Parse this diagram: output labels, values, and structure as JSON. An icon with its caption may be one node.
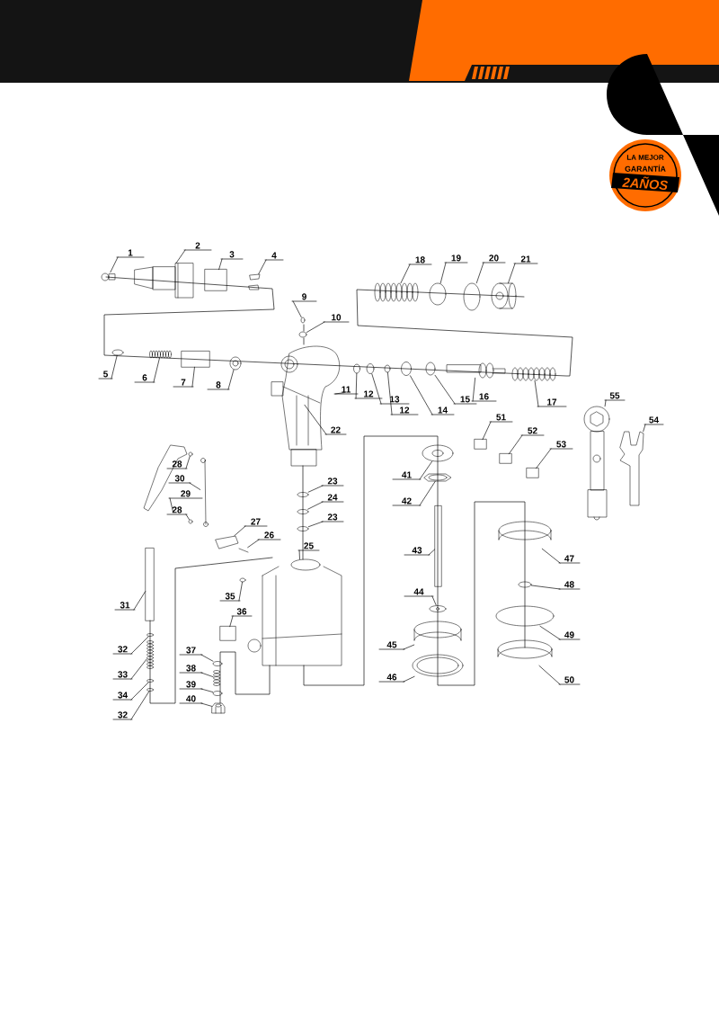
{
  "diagram": {
    "nodes": [
      {
        "text": [
          "1"
        ]
      },
      {
        "text": [
          "2"
        ]
      },
      {
        "text": [
          "3"
        ]
      },
      {
        "text": [
          "4"
        ]
      },
      {
        "text": [
          "18"
        ]
      },
      {
        "text": [
          "19"
        ]
      },
      {
        "text": [
          "20"
        ]
      },
      {
        "text": [
          "21"
        ]
      },
      {
        "text": [
          "9"
        ]
      },
      {
        "text": [
          "10"
        ]
      },
      {
        "text": [
          "5"
        ]
      },
      {
        "text": [
          "6"
        ]
      },
      {
        "text": [
          "7"
        ]
      },
      {
        "text": [
          "8"
        ]
      },
      {
        "text": [
          "11"
        ]
      },
      {
        "text": [
          "12"
        ]
      },
      {
        "text": [
          "13"
        ]
      },
      {
        "text": [
          "12"
        ]
      },
      {
        "text": [
          "14"
        ]
      },
      {
        "text": [
          "15"
        ]
      },
      {
        "text": [
          "16"
        ]
      },
      {
        "text": [
          "17"
        ]
      },
      {
        "text": [
          "55"
        ]
      },
      {
        "text": [
          "54"
        ]
      },
      {
        "text": [
          "51"
        ]
      },
      {
        "text": [
          "22"
        ]
      },
      {
        "text": [
          "52"
        ]
      },
      {
        "text": [
          "53"
        ]
      },
      {
        "text": [
          "28"
        ]
      },
      {
        "text": [
          "30"
        ]
      },
      {
        "text": [
          "41"
        ]
      },
      {
        "text": [
          "23"
        ]
      },
      {
        "text": [
          "29"
        ]
      },
      {
        "text": [
          "24"
        ]
      },
      {
        "text": [
          "42"
        ]
      },
      {
        "text": [
          "28"
        ]
      },
      {
        "text": [
          "23"
        ]
      },
      {
        "text": [
          "27"
        ]
      },
      {
        "text": [
          "26"
        ]
      },
      {
        "text": [
          "25"
        ]
      },
      {
        "text": [
          "43"
        ]
      },
      {
        "text": [
          "47"
        ]
      },
      {
        "text": [
          "48"
        ]
      },
      {
        "text": [
          "44"
        ]
      },
      {
        "text": [
          "35"
        ]
      },
      {
        "text": [
          "31"
        ]
      },
      {
        "text": [
          "36"
        ]
      },
      {
        "text": [
          "49"
        ]
      },
      {
        "text": [
          "45"
        ]
      },
      {
        "text": [
          "32"
        ]
      },
      {
        "text": [
          "37"
        ]
      },
      {
        "text": [
          "38"
        ]
      },
      {
        "text": [
          "33"
        ]
      },
      {
        "text": [
          "46"
        ]
      },
      {
        "text": [
          "50"
        ]
      },
      {
        "text": [
          "39"
        ]
      },
      {
        "text": [
          "34"
        ]
      },
      {
        "text": [
          "40"
        ]
      },
      {
        "text": [
          "32"
        ]
      },
      {
        "text": [],
        "shape": "picture"
      },
      {
        "text": [],
        "shape": "picture"
      },
      {
        "text": [],
        "shape": "box"
      },
      {
        "text": [],
        "shape": "picture"
      },
      {
        "text": [],
        "shape": "picture"
      },
      {
        "text": [],
        "shape": "circle"
      },
      {
        "text": [],
        "shape": "circle"
      },
      {
        "text": [],
        "shape": "picture"
      },
      {
        "text": [],
        "shape": "circle"
      },
      {
        "text": [],
        "shape": "circle"
      },
      {
        "text": [],
        "shape": "circle"
      },
      {
        "text": [],
        "shape": "picture"
      },
      {
        "text": [],
        "shape": "box"
      },
      {
        "text": [],
        "shape": "picture"
      },
      {
        "text": [],
        "shape": "picture"
      },
      {
        "text": [],
        "shape": "circle"
      },
      {
        "text": [],
        "shape": "circle"
      },
      {
        "text": [],
        "shape": "circle"
      },
      {
        "text": [],
        "shape": "circle"
      },
      {
        "text": [],
        "shape": "circle"
      },
      {
        "text": [],
        "shape": "picture"
      },
      {
        "text": [],
        "shape": "picture"
      },
      {
        "text": [],
        "shape": "picture"
      },
      {
        "text": [],
        "shape": "picture"
      },
      {
        "text": [],
        "shape": "box"
      },
      {
        "text": [],
        "shape": "picture"
      },
      {
        "text": [],
        "shape": "box"
      },
      {
        "text": [],
        "shape": "box"
      },
      {
        "text": [],
        "shape": "circle"
      },
      {
        "text": [],
        "shape": "picture"
      },
      {
        "text": [],
        "shape": "picture"
      },
      {
        "text": [],
        "shape": "circle"
      },
      {
        "text": [],
        "shape": "picture"
      },
      {
        "text": [],
        "shape": "circle"
      },
      {
        "text": [],
        "shape": "picture"
      },
      {
        "text": [],
        "shape": "circle"
      },
      {
        "text": [],
        "shape": "circle"
      },
      {
        "text": [],
        "shape": "picture"
      },
      {
        "text": [],
        "shape": "picture"
      },
      {
        "text": [],
        "shape": "picture"
      },
      {
        "text": [],
        "shape": "box"
      },
      {
        "text": [],
        "shape": "picture"
      },
      {
        "text": [],
        "shape": "circle"
      },
      {
        "text": [],
        "shape": "picture"
      },
      {
        "text": [],
        "shape": "circle"
      },
      {
        "text": [],
        "shape": "box"
      },
      {
        "text": [],
        "shape": "box"
      },
      {
        "text": [],
        "shape": "circle"
      },
      {
        "text": [],
        "shape": "picture"
      },
      {
        "text": [],
        "shape": "circle"
      },
      {
        "text": [],
        "shape": "circle"
      },
      {
        "text": [],
        "shape": "picture"
      },
      {
        "text": [],
        "shape": "picture"
      },
      {
        "text": [],
        "shape": "picture"
      },
      {
        "text": [],
        "shape": "picture"
      },
      {
        "text": [],
        "shape": "circle"
      },
      {
        "text": [],
        "shape": "circle"
      },
      {
        "text": [],
        "shape": "picture"
      },
      {
        "text": [],
        "shape": "circle"
      }
    ],
    "edges": [
      {
        "from": 0,
        "to": 59,
        "arrow": "none"
      },
      {
        "from": 1,
        "to": 60,
        "arrow": "none"
      },
      {
        "from": 2,
        "to": 61,
        "arrow": "none"
      },
      {
        "from": 3,
        "to": 62,
        "arrow": "none"
      },
      {
        "from": 4,
        "to": 63,
        "arrow": "none"
      },
      {
        "from": 5,
        "to": 64,
        "arrow": "none"
      },
      {
        "from": 6,
        "to": 65,
        "arrow": "none"
      },
      {
        "from": 7,
        "to": 66,
        "arrow": "none"
      },
      {
        "from": 8,
        "to": 67,
        "arrow": "none"
      },
      {
        "from": 9,
        "to": 68,
        "arrow": "none"
      },
      {
        "from": 10,
        "to": 69,
        "arrow": "none"
      },
      {
        "from": 11,
        "to": 70,
        "arrow": "none"
      },
      {
        "from": 12,
        "to": 71,
        "arrow": "none"
      },
      {
        "from": 13,
        "to": 72,
        "arrow": "none"
      },
      {
        "from": 14,
        "to": 73,
        "arrow": "none"
      },
      {
        "from": 15,
        "to": 74,
        "arrow": "none"
      },
      {
        "from": 16,
        "to": 75,
        "arrow": "none"
      },
      {
        "from": 17,
        "to": 76,
        "arrow": "none"
      },
      {
        "from": 18,
        "to": 77,
        "arrow": "none"
      },
      {
        "from": 19,
        "to": 78,
        "arrow": "none"
      },
      {
        "from": 20,
        "to": 79,
        "arrow": "none"
      },
      {
        "from": 21,
        "to": 80,
        "arrow": "none"
      },
      {
        "from": 22,
        "to": 81,
        "arrow": "none"
      },
      {
        "from": 23,
        "to": 82,
        "arrow": "none"
      },
      {
        "from": 24,
        "to": 83,
        "arrow": "none"
      },
      {
        "from": 25,
        "to": 84,
        "arrow": "none"
      },
      {
        "from": 26,
        "to": 85,
        "arrow": "none"
      },
      {
        "from": 27,
        "to": 86,
        "arrow": "none"
      },
      {
        "from": 28,
        "to": 87,
        "arrow": "none"
      },
      {
        "from": 29,
        "to": 88,
        "arrow": "none"
      },
      {
        "from": 30,
        "to": 89,
        "arrow": "none"
      },
      {
        "from": 31,
        "to": 90,
        "arrow": "none"
      },
      {
        "from": 32,
        "to": 91,
        "arrow": "none"
      },
      {
        "from": 33,
        "to": 92,
        "arrow": "none"
      },
      {
        "from": 34,
        "to": 93,
        "arrow": "none"
      },
      {
        "from": 35,
        "to": 94,
        "arrow": "none"
      },
      {
        "from": 36,
        "to": 95,
        "arrow": "none"
      },
      {
        "from": 37,
        "to": 96,
        "arrow": "none"
      },
      {
        "from": 38,
        "to": 97,
        "arrow": "none"
      },
      {
        "from": 39,
        "to": 98,
        "arrow": "none"
      },
      {
        "from": 40,
        "to": 99,
        "arrow": "none"
      },
      {
        "from": 41,
        "to": 100,
        "arrow": "none"
      },
      {
        "from": 42,
        "to": 101,
        "arrow": "none"
      },
      {
        "from": 43,
        "to": 102,
        "arrow": "none"
      },
      {
        "from": 44,
        "to": 103,
        "arrow": "none"
      },
      {
        "from": 45,
        "to": 104,
        "arrow": "none"
      },
      {
        "from": 46,
        "to": 105,
        "arrow": "none"
      },
      {
        "from": 47,
        "to": 106,
        "arrow": "none"
      },
      {
        "from": 48,
        "to": 107,
        "arrow": "none"
      },
      {
        "from": 49,
        "to": 108,
        "arrow": "none"
      },
      {
        "from": 50,
        "to": 109,
        "arrow": "none"
      },
      {
        "from": 51,
        "to": 110,
        "arrow": "none"
      },
      {
        "from": 52,
        "to": 111,
        "arrow": "none"
      },
      {
        "from": 53,
        "to": 112,
        "arrow": "none"
      },
      {
        "from": 54,
        "to": 113,
        "arrow": "none"
      },
      {
        "from": 55,
        "to": 114,
        "arrow": "none"
      },
      {
        "from": 56,
        "to": 115,
        "arrow": "none"
      },
      {
        "from": 57,
        "to": 116,
        "arrow": "none"
      },
      {
        "from": 58,
        "to": 117,
        "arrow": "none"
      }
    ],
    "labels": [
      "LA MEJOR",
      "GARANTÍA",
      "2AÑOS"
    ]
  }
}
